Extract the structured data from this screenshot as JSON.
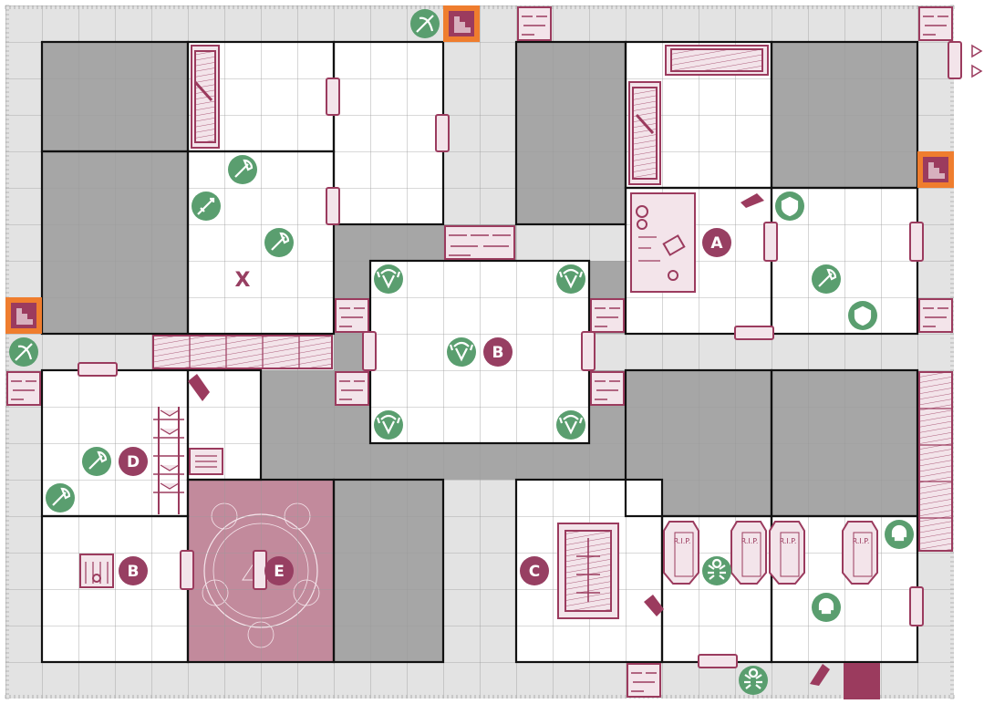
{
  "board": {
    "colors": {
      "corridor": "#e3e3e3",
      "solid": "#a6a6a6",
      "room": "#ffffff",
      "wall": "#111111",
      "grid": "#9a9a9a",
      "furniture": "#9b3b5e",
      "furniture_fill": "#f3e4ea",
      "monster": "#5a9e6f",
      "stairs": "#ef7d2e",
      "label_bg": "#973f62",
      "label_text": "#ffffff",
      "trap_area": "#c28a9c"
    },
    "room_labels": [
      {
        "id": "A",
        "text": "A"
      },
      {
        "id": "B1",
        "text": "B"
      },
      {
        "id": "B2",
        "text": "B"
      },
      {
        "id": "C",
        "text": "C"
      },
      {
        "id": "D",
        "text": "D"
      },
      {
        "id": "E",
        "text": "E"
      }
    ],
    "marker_x": "X",
    "tombstone_text": "R.I.P.",
    "icons": {
      "monster_weapon": "axe-icon",
      "monster_sword": "sword-icon",
      "monster_crossbow": "crossbow-icon",
      "monster_gargoyle": "gargoyle-icon",
      "monster_skull": "skull-icon",
      "monster_spider": "spider-icon",
      "monster_shield": "shield-icon",
      "stairs": "stairs-icon",
      "door": "door-icon",
      "rubble": "rubble-icon",
      "chest": "chest-icon",
      "tomb": "tomb-icon",
      "coffin": "coffin-icon",
      "bookcase": "bookcase-icon",
      "weapon_rack": "weapon-rack-icon",
      "desk": "desk-icon"
    }
  }
}
